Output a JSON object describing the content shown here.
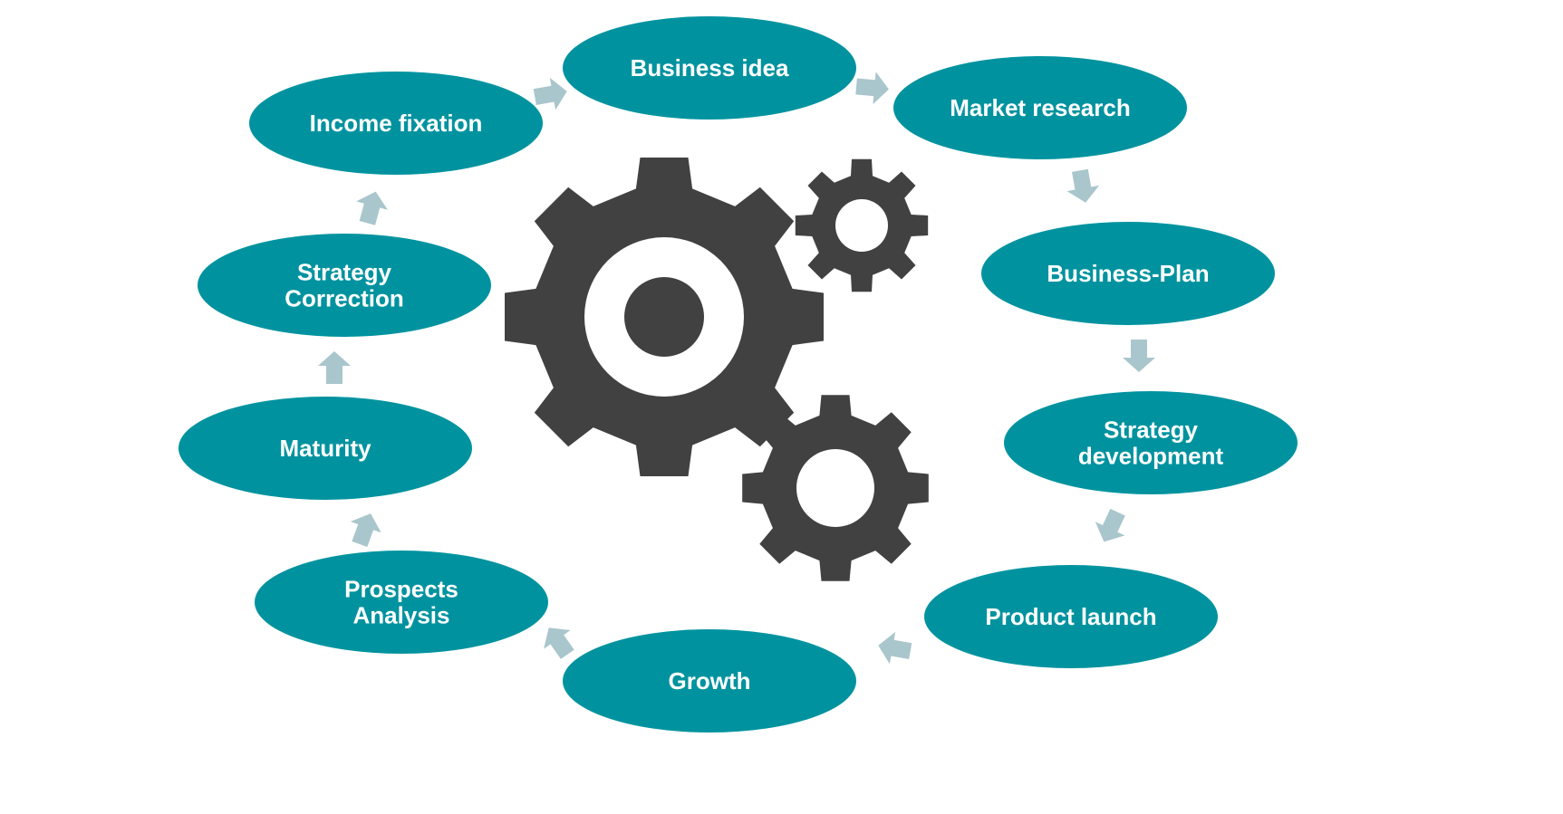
{
  "colors": {
    "node": "#00939f",
    "arrow": "#a9c6cc",
    "gear": "#414141"
  },
  "nodes": [
    {
      "id": "business-idea",
      "lines": [
        "Business  idea"
      ]
    },
    {
      "id": "market-research",
      "lines": [
        "Market research"
      ]
    },
    {
      "id": "business-plan",
      "lines": [
        "Business-Plan"
      ]
    },
    {
      "id": "strategy-development",
      "lines": [
        "Strategy",
        "development"
      ]
    },
    {
      "id": "product-launch",
      "lines": [
        "Product launch"
      ]
    },
    {
      "id": "growth",
      "lines": [
        "Growth"
      ]
    },
    {
      "id": "prospects-analysis",
      "lines": [
        "Prospects",
        "Analysis"
      ]
    },
    {
      "id": "maturity",
      "lines": [
        "Maturity"
      ]
    },
    {
      "id": "strategy-correction",
      "lines": [
        "Strategy",
        "Correction"
      ]
    },
    {
      "id": "income-fixation",
      "lines": [
        "Income fixation"
      ]
    }
  ]
}
